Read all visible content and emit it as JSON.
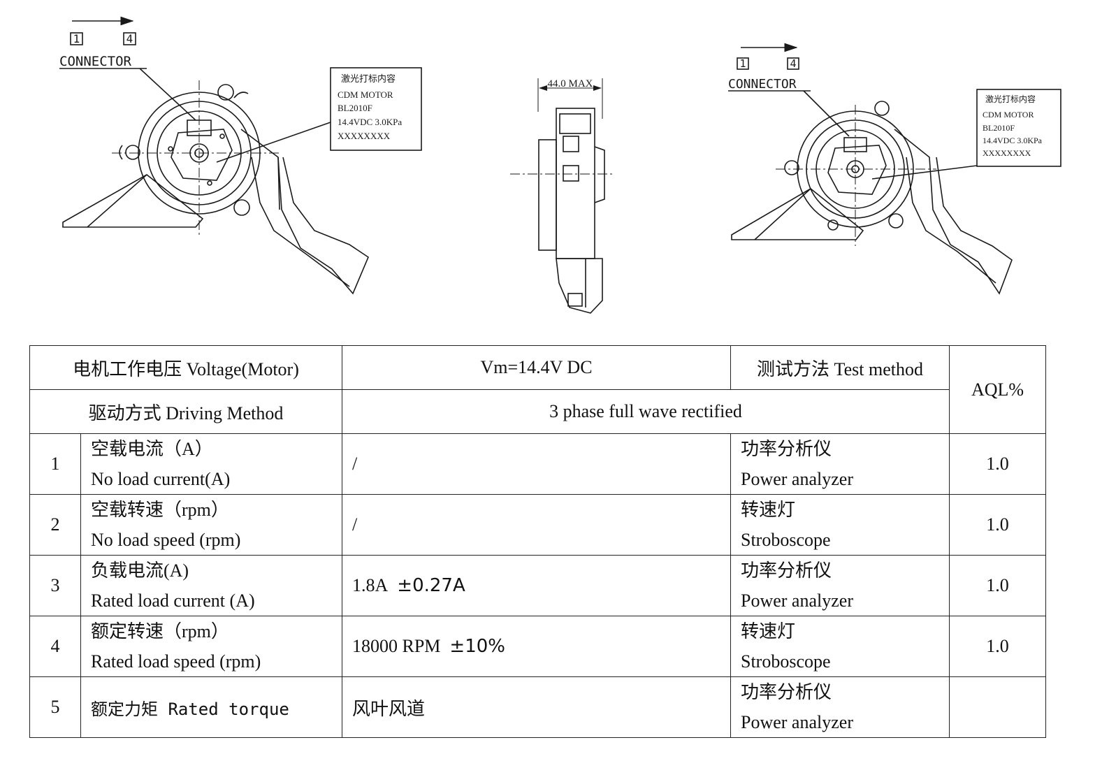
{
  "drawings": {
    "left_view": {
      "pin_start": "1",
      "pin_end": "4",
      "connector_label": "CONNECTOR",
      "laser_box_title": "激光打标内容",
      "laser_lines": [
        "CDM MOTOR",
        "BL2010F",
        "14.4VDC 3.0KPa",
        "XXXXXXXX"
      ]
    },
    "side_view": {
      "dimension": "44.0 MAX"
    },
    "right_view": {
      "pin_start": "1",
      "pin_end": "4",
      "connector_label": "CONNECTOR",
      "laser_box_title": "激光打标内容",
      "laser_lines": [
        "CDM MOTOR",
        "BL2010F",
        "14.4VDC 3.0KPa",
        "XXXXXXXX"
      ]
    }
  },
  "table": {
    "voltage_label": "电机工作电压 Voltage(Motor)",
    "voltage_value": "Vm=14.4V DC",
    "test_method_header": "测试方法 Test method",
    "aql_header": "AQL%",
    "driving_label": "驱动方式 Driving Method",
    "driving_value": "3 phase full wave rectified",
    "rows": [
      {
        "no": "1",
        "item_cn": "空载电流（A）",
        "item_en": "No load current(A)",
        "value": "/",
        "value_tol": "",
        "method_cn": "功率分析仪",
        "method_en": "Power analyzer",
        "aql": "1.0"
      },
      {
        "no": "2",
        "item_cn": "空载转速（rpm）",
        "item_en": "No load speed (rpm)",
        "value": "/",
        "value_tol": "",
        "method_cn": "转速灯",
        "method_en": "Stroboscope",
        "aql": "1.0"
      },
      {
        "no": "3",
        "item_cn": "负载电流(A)",
        "item_en": "Rated load current (A)",
        "value": "1.8A",
        "value_tol": "±0.27A",
        "method_cn": "功率分析仪",
        "method_en": "Power analyzer",
        "aql": "1.0"
      },
      {
        "no": "4",
        "item_cn": "额定转速（rpm）",
        "item_en": "Rated load speed (rpm)",
        "value": "18000 RPM",
        "value_tol": "±10%",
        "method_cn": "转速灯",
        "method_en": "Stroboscope",
        "aql": "1.0"
      },
      {
        "no": "5",
        "item_single": "额定力矩 Rated torque",
        "value": "风叶风道",
        "value_tol": "",
        "method_cn": "功率分析仪",
        "method_en": "Power analyzer",
        "aql": ""
      }
    ]
  }
}
